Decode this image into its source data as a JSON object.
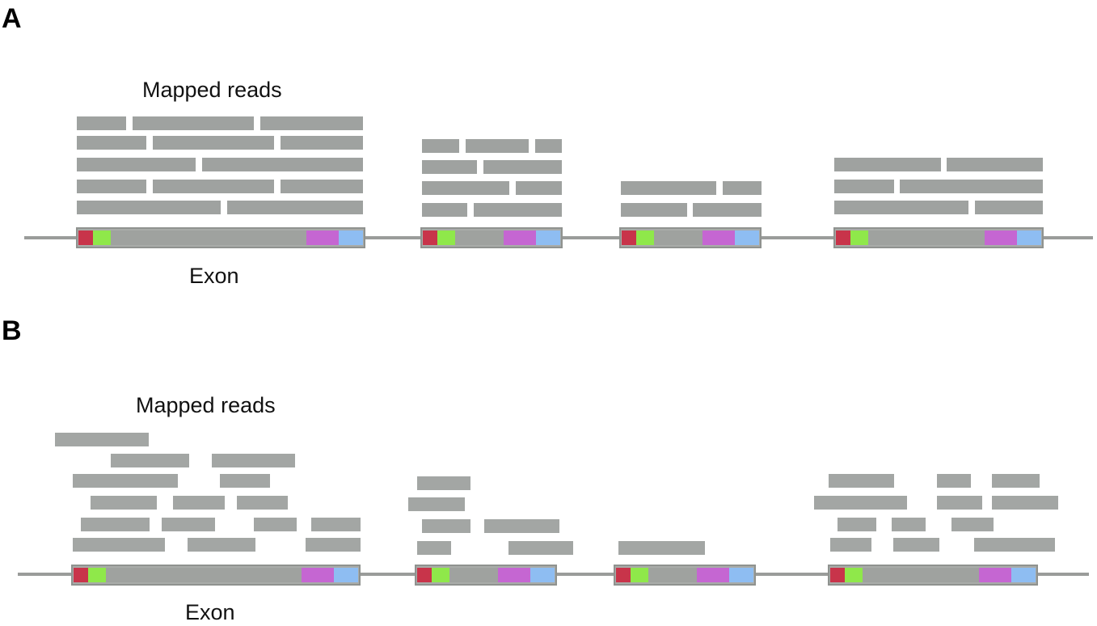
{
  "panels": [
    {
      "letter": "A",
      "reads_label": "Mapped reads",
      "exon_label": "Exon",
      "gene_line_color": "#9a9c9a",
      "read_color": "#9fa2a0",
      "exon_segment_colors": [
        "#c8344a",
        "#8fe84a",
        "#9fa29f",
        "#c566d2",
        "#8ebdf2"
      ]
    },
    {
      "letter": "B",
      "reads_label": "Mapped reads",
      "exon_label": "Exon",
      "gene_line_color": "#9a9c9a",
      "read_color": "#a3a6a4",
      "exon_segment_colors": [
        "#c8344a",
        "#8fe84a",
        "#9fa29f",
        "#c566d2",
        "#8ebdf2"
      ]
    }
  ]
}
